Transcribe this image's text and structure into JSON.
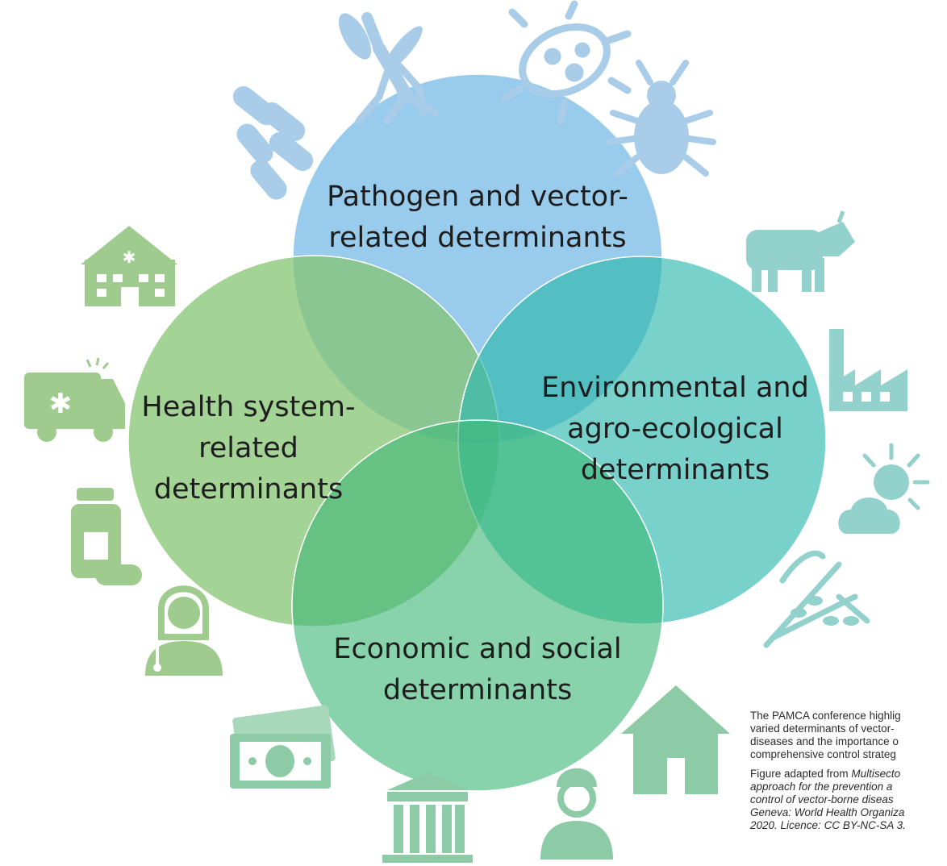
{
  "circles": {
    "pathogen": "Pathogen and vector-\nrelated determinants",
    "health": "Health system-\nrelated\ndeterminants",
    "environment": "Environmental and\nagro-ecological\ndeterminants",
    "economic": "Economic and social\ndeterminants"
  },
  "caption": {
    "main_lines": [
      "The PAMCA conference highlig",
      "varied determinants of vector-",
      "diseases and the importance o",
      "comprehensive control strateg"
    ],
    "source_prefix": "Figure adapted from ",
    "source_lines_italic": [
      "Multisecto",
      "approach for the prevention a",
      "control of vector-borne diseas",
      "Geneva: World Health Organiza",
      "2020. Licence: CC BY-NC-SA 3."
    ]
  },
  "colors": {
    "pathogen": "#8ec6ea",
    "health": "#9ccf86",
    "environment": "#5dc4bd",
    "economic": "#66c491",
    "icon_blue": "#a9cde8",
    "icon_green": "#9fcb8f",
    "icon_teal": "#93d1cc",
    "icon_sea": "#8ccba6"
  },
  "icons": {
    "pathogen": [
      "bacilli-icon",
      "mosquito-icon",
      "bacterium-icon",
      "bug-icon"
    ],
    "health": [
      "hospital-icon",
      "ambulance-icon",
      "medicine-icon",
      "doctor-icon"
    ],
    "environment": [
      "cow-icon",
      "factory-icon",
      "weather-icon",
      "crop-icon"
    ],
    "economic": [
      "money-icon",
      "bank-icon",
      "worker-icon",
      "house-icon"
    ]
  }
}
